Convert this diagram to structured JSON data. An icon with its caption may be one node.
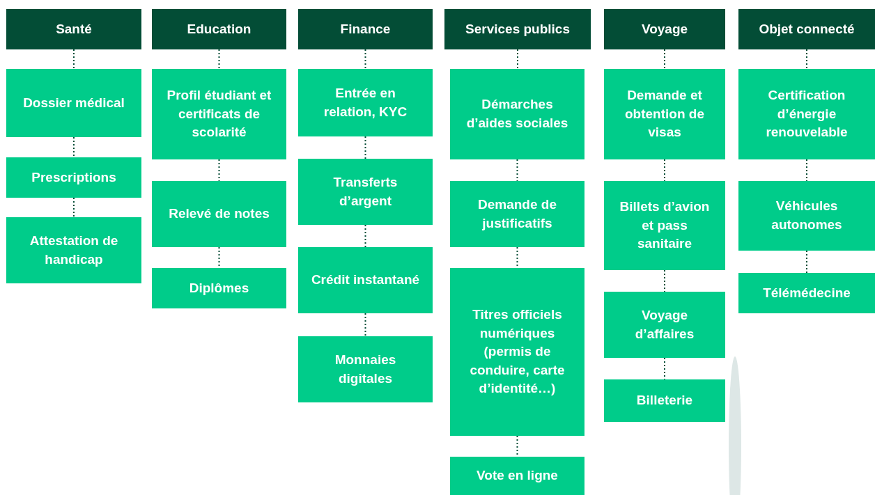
{
  "diagram": {
    "nodes": [
      {
        "text": [
          "Santé"
        ]
      },
      {
        "text": [
          "Dossier médical"
        ]
      },
      {
        "text": [
          "Prescriptions"
        ]
      },
      {
        "text": [
          "Attestation de handicap"
        ]
      },
      {
        "text": [
          "Education"
        ]
      },
      {
        "text": [
          "Profil étudiant et certificats de scolarité"
        ]
      },
      {
        "text": [
          "Relevé de notes"
        ]
      },
      {
        "text": [
          "Diplômes"
        ]
      },
      {
        "text": [
          "Finance"
        ]
      },
      {
        "text": [
          "Entrée en relation, KYC"
        ]
      },
      {
        "text": [
          "Transferts d’argent"
        ]
      },
      {
        "text": [
          "Crédit instantané"
        ]
      },
      {
        "text": [
          "Monnaies digitales"
        ]
      },
      {
        "text": [
          "Services publics"
        ]
      },
      {
        "text": [
          "Démarches d’aides sociales"
        ]
      },
      {
        "text": [
          "Demande de justificatifs"
        ]
      },
      {
        "text": [
          "Titres officiels numériques (permis de conduire, carte d’identité…)"
        ]
      },
      {
        "text": [
          "Vote en ligne"
        ]
      },
      {
        "text": [
          "Voyage"
        ]
      },
      {
        "text": [
          "Demande et obtention de visas"
        ]
      },
      {
        "text": [
          "Billets d’avion et pass sanitaire"
        ]
      },
      {
        "text": [
          "Voyage d’affaires"
        ]
      },
      {
        "text": [
          "Billeterie"
        ]
      },
      {
        "text": [
          "Objet connecté"
        ]
      },
      {
        "text": [
          "Certification d’énergie renouvelable"
        ]
      },
      {
        "text": [
          "Véhicules autonomes"
        ]
      },
      {
        "text": [
          "Télémédecine"
        ]
      }
    ],
    "edges": [
      {
        "from": 0,
        "to": 1,
        "arrow": "none",
        "style": "dashed"
      },
      {
        "from": 1,
        "to": 2,
        "arrow": "none",
        "style": "dashed"
      },
      {
        "from": 2,
        "to": 3,
        "arrow": "none",
        "style": "dashed"
      },
      {
        "from": 4,
        "to": 5,
        "arrow": "none",
        "style": "dashed"
      },
      {
        "from": 5,
        "to": 6,
        "arrow": "none",
        "style": "dashed"
      },
      {
        "from": 6,
        "to": 7,
        "arrow": "none",
        "style": "dashed"
      },
      {
        "from": 8,
        "to": 9,
        "arrow": "none",
        "style": "dashed"
      },
      {
        "from": 9,
        "to": 10,
        "arrow": "none",
        "style": "dashed"
      },
      {
        "from": 10,
        "to": 11,
        "arrow": "none",
        "style": "dashed"
      },
      {
        "from": 11,
        "to": 12,
        "arrow": "none",
        "style": "dashed"
      },
      {
        "from": 13,
        "to": 14,
        "arrow": "none",
        "style": "dashed"
      },
      {
        "from": 14,
        "to": 15,
        "arrow": "none",
        "style": "dashed"
      },
      {
        "from": 15,
        "to": 16,
        "arrow": "none",
        "style": "dashed"
      },
      {
        "from": 16,
        "to": 17,
        "arrow": "none",
        "style": "dashed"
      },
      {
        "from": 18,
        "to": 19,
        "arrow": "none",
        "style": "dashed"
      },
      {
        "from": 19,
        "to": 20,
        "arrow": "none",
        "style": "dashed"
      },
      {
        "from": 20,
        "to": 21,
        "arrow": "none",
        "style": "dashed"
      },
      {
        "from": 21,
        "to": 22,
        "arrow": "none",
        "style": "dashed"
      },
      {
        "from": 23,
        "to": 24,
        "arrow": "none",
        "style": "dashed"
      },
      {
        "from": 24,
        "to": 25,
        "arrow": "none",
        "style": "dashed"
      },
      {
        "from": 25,
        "to": 26,
        "arrow": "none",
        "style": "dashed"
      }
    ]
  }
}
